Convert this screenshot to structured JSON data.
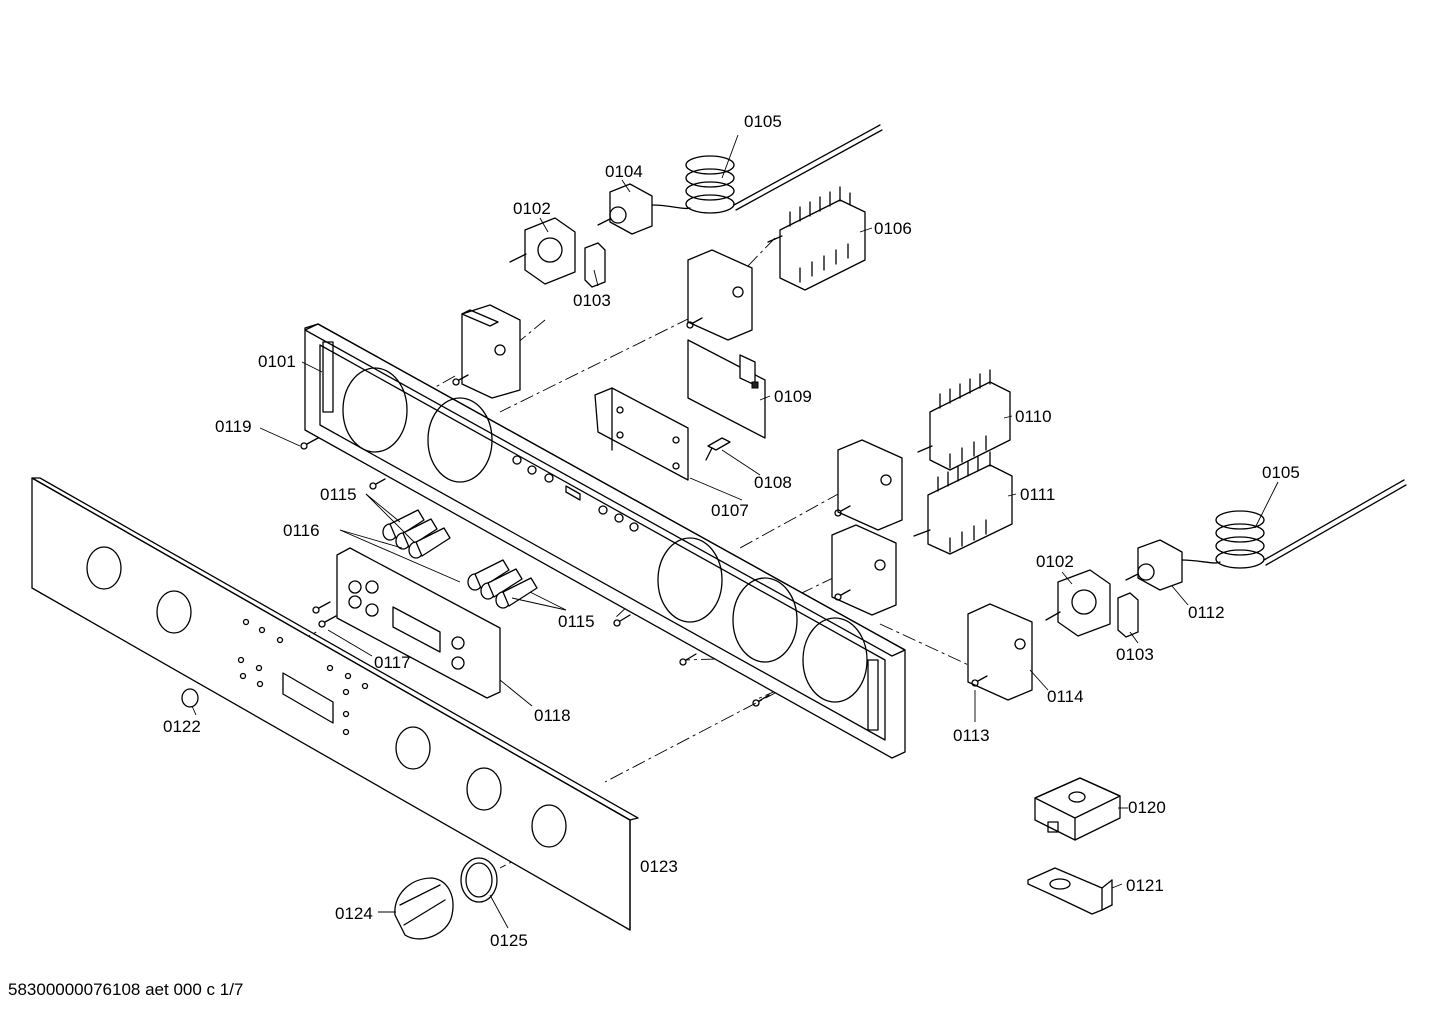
{
  "diagram": {
    "callouts": {
      "c0101": "0101",
      "c0102a": "0102",
      "c0102b": "0102",
      "c0103a": "0103",
      "c0103b": "0103",
      "c0104": "0104",
      "c0105a": "0105",
      "c0105b": "0105",
      "c0106": "0106",
      "c0107": "0107",
      "c0108": "0108",
      "c0109": "0109",
      "c0110": "0110",
      "c0111": "0111",
      "c0112": "0112",
      "c0113": "0113",
      "c0114": "0114",
      "c0115a": "0115",
      "c0115b": "0115",
      "c0116": "0116",
      "c0117": "0117",
      "c0118": "0118",
      "c0119": "0119",
      "c0120": "0120",
      "c0121": "0121",
      "c0122": "0122",
      "c0123": "0123",
      "c0124": "0124",
      "c0125": "0125"
    },
    "footer": "58300000076108 aet 000 c 1/7"
  }
}
